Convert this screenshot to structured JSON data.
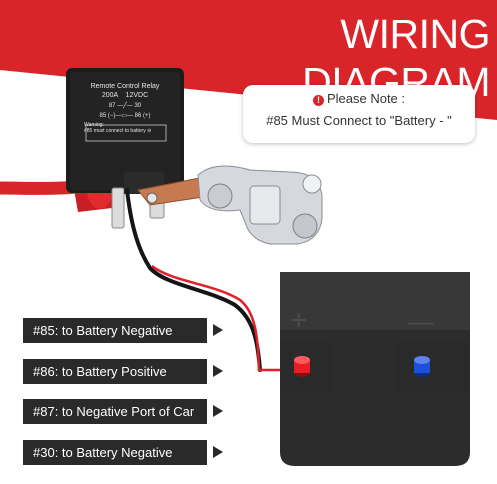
{
  "title": "WIRING DIAGRAM",
  "note": {
    "heading": "Please Note :",
    "body": "#85 Must Connect to \"Battery - \"",
    "icon": "exclamation-icon"
  },
  "relay": {
    "line1": "Remote Control Relay",
    "line2": "200A    12VDC",
    "line3": "87 —╱— 30",
    "line4": "85 (−)—▭— 86 (+)",
    "line5": "Warning:",
    "line6": "#85 must connect to battery ⊖"
  },
  "battery": {
    "plus": "+",
    "minus": "—"
  },
  "labels": [
    {
      "text": "#85: to Battery Negative"
    },
    {
      "text": "#86: to Battery Positive"
    },
    {
      "text": "#87: to Negative Port of Car"
    },
    {
      "text": "#30: to Battery Negative"
    }
  ],
  "colors": {
    "brand_red": "#d9252a",
    "label_bg": "#2a2a2a"
  }
}
